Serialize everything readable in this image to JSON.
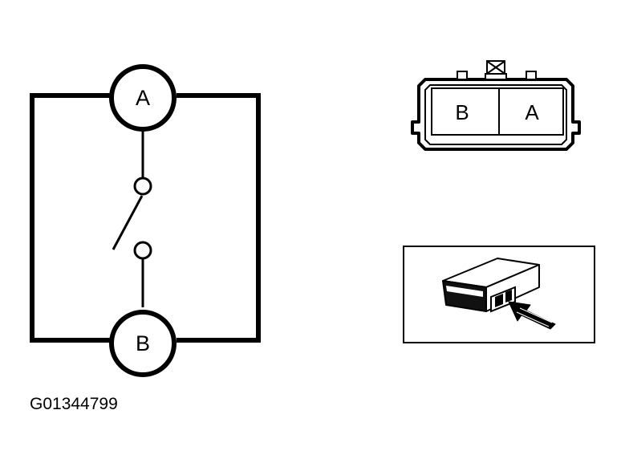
{
  "schematic": {
    "terminal_a": "A",
    "terminal_b": "B"
  },
  "connector_face": {
    "cavity_left": "B",
    "cavity_right": "A"
  },
  "figure_id": "G01344799",
  "icons": {
    "component": "relay-component-icon",
    "pointer": "insertion-arrow-icon"
  }
}
